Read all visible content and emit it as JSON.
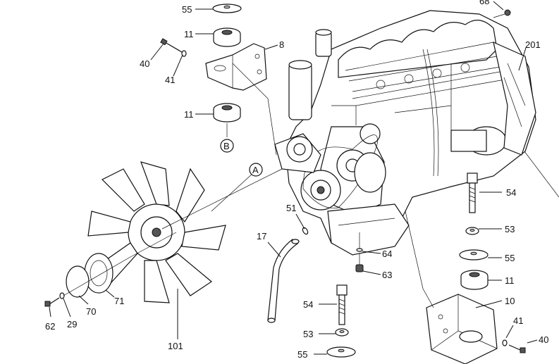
{
  "callouts": {
    "c55a": "55",
    "c11a": "11",
    "c8": "8",
    "c40a": "40",
    "c41a": "41",
    "c11b": "11",
    "cB": "B",
    "cA": "A",
    "c68": "68",
    "c201": "201",
    "c54a": "54",
    "c53a": "53",
    "c55b": "55",
    "c11c": "11",
    "c10": "10",
    "c41b": "41",
    "c40b": "40",
    "c51": "51",
    "c17": "17",
    "c64": "64",
    "c63": "63",
    "c54b": "54",
    "c53b": "53",
    "c55c": "55",
    "c101": "101",
    "c71": "71",
    "c70": "70",
    "c29": "29",
    "c62": "62"
  }
}
